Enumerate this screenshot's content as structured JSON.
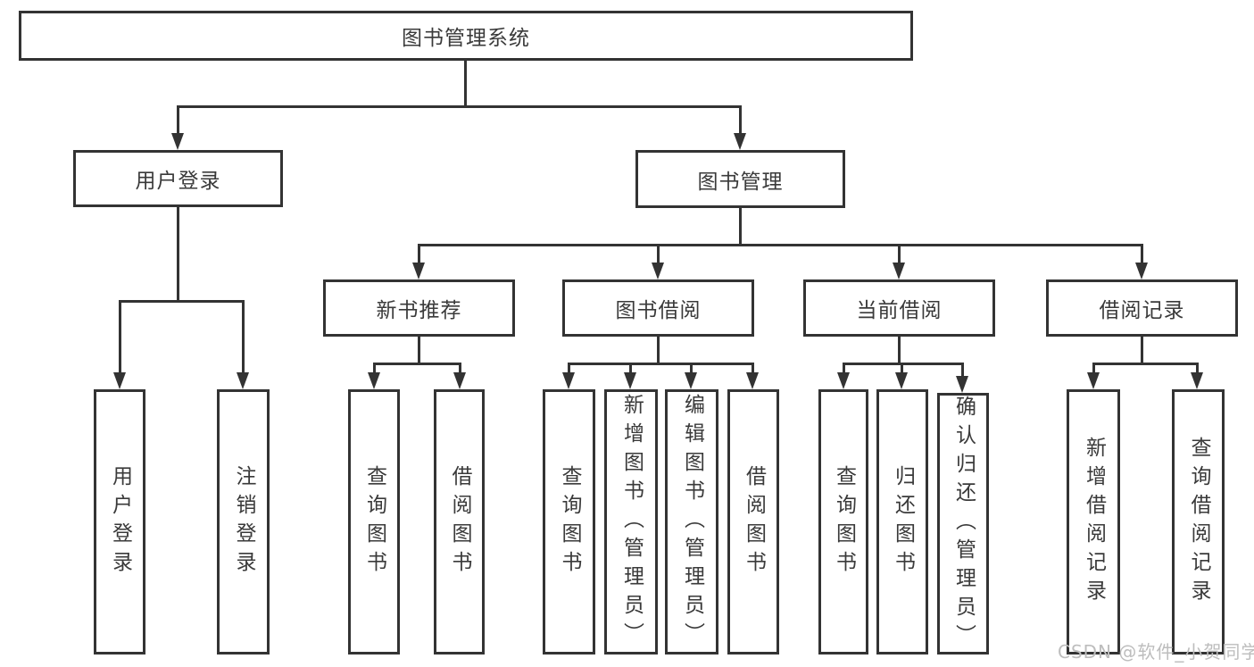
{
  "title": "图书管理系统",
  "branches": {
    "user_login": {
      "label": "用户登录",
      "children": [
        "用户登录",
        "注销登录"
      ]
    },
    "book_mgmt": {
      "label": "图书管理",
      "children": {
        "new_book": {
          "label": "新书推荐",
          "children": [
            "查询图书",
            "借阅图书"
          ]
        },
        "book_borrow": {
          "label": "图书借阅",
          "children": [
            "查询图书",
            "新增图书（管理员）",
            "编辑图书（管理员）",
            "借阅图书"
          ]
        },
        "current_borrow": {
          "label": "当前借阅",
          "children": [
            "查询图书",
            "归还图书",
            "确认归还（管理员）"
          ]
        },
        "borrow_record": {
          "label": "借阅记录",
          "children": [
            "新增借阅记录",
            "查询借阅记录"
          ]
        }
      }
    }
  },
  "watermark": "CSDN @软件_小贺同学",
  "colors": {
    "line": "#333333",
    "text": "#3a3a3a",
    "watermark": "#bdbdbd",
    "background": "#ffffff"
  }
}
